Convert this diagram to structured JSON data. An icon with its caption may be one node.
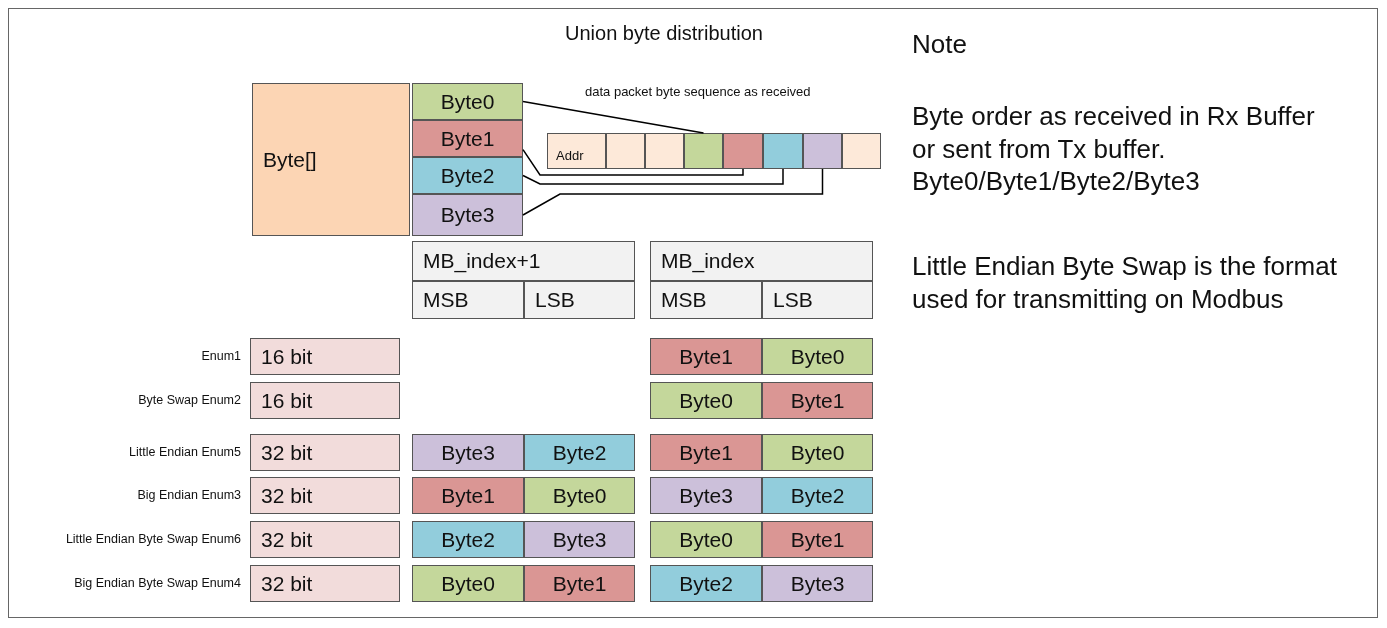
{
  "diagram": {
    "title": "Union byte distribution",
    "nodes": [
      {
        "text": [
          "Byte[]"
        ]
      },
      {
        "text": [
          "Byte0"
        ]
      },
      {
        "text": [
          "Byte1"
        ]
      },
      {
        "text": [
          "Byte2"
        ]
      },
      {
        "text": [
          "Byte3"
        ]
      },
      {
        "text": [
          "Addr"
        ]
      },
      {
        "text": [],
        "shape": "box"
      },
      {
        "text": [],
        "shape": "box"
      },
      {
        "text": [],
        "shape": "box"
      },
      {
        "text": [],
        "shape": "box"
      },
      {
        "text": [],
        "shape": "box"
      },
      {
        "text": [],
        "shape": "box"
      },
      {
        "text": [],
        "shape": "box"
      },
      {
        "text": [
          "MB_index+1"
        ]
      },
      {
        "text": [
          "MSB"
        ]
      },
      {
        "text": [
          "LSB"
        ]
      },
      {
        "text": [
          "MB_index"
        ]
      },
      {
        "text": [
          "MSB"
        ]
      },
      {
        "text": [
          "LSB"
        ]
      },
      {
        "text": [
          "16 bit"
        ],
        "beside": [
          "Enum1"
        ]
      },
      {
        "text": [
          "Byte1"
        ]
      },
      {
        "text": [
          "Byte0"
        ]
      },
      {
        "text": [
          "16 bit"
        ],
        "beside": [
          "Byte Swap Enum2"
        ]
      },
      {
        "text": [
          "Byte0"
        ]
      },
      {
        "text": [
          "Byte1"
        ]
      },
      {
        "text": [
          "32 bit"
        ],
        "beside": [
          "Little Endian Enum5"
        ]
      },
      {
        "text": [
          "Byte3"
        ]
      },
      {
        "text": [
          "Byte2"
        ]
      },
      {
        "text": [
          "Byte1"
        ]
      },
      {
        "text": [
          "Byte0"
        ]
      },
      {
        "text": [
          "32 bit"
        ],
        "beside": [
          "Big Endian Enum3"
        ]
      },
      {
        "text": [
          "Byte1"
        ]
      },
      {
        "text": [
          "Byte0"
        ]
      },
      {
        "text": [
          "Byte3"
        ]
      },
      {
        "text": [
          "Byte2"
        ]
      },
      {
        "text": [
          "32 bit"
        ],
        "beside": [
          "Little Endian Byte Swap Enum6"
        ]
      },
      {
        "text": [
          "Byte2"
        ]
      },
      {
        "text": [
          "Byte3"
        ]
      },
      {
        "text": [
          "Byte0"
        ]
      },
      {
        "text": [
          "Byte1"
        ]
      },
      {
        "text": [
          "32 bit"
        ],
        "beside": [
          "Big Endian Byte Swap Enum4"
        ]
      },
      {
        "text": [
          "Byte0"
        ]
      },
      {
        "text": [
          "Byte1"
        ]
      },
      {
        "text": [
          "Byte2"
        ]
      },
      {
        "text": [
          "Byte3"
        ]
      }
    ],
    "edges": [
      {
        "from": 1,
        "to": 8,
        "arrow": "none"
      },
      {
        "from": 2,
        "to": 9,
        "arrow": "none"
      },
      {
        "from": 3,
        "to": 10,
        "arrow": "none"
      },
      {
        "from": 4,
        "to": 11,
        "arrow": "none"
      }
    ],
    "labels": [
      "data packet byte sequence as received",
      "Note",
      "Byte order as received in Rx Buffer or sent from Tx buffer. Byte0/Byte1/Byte2/Byte3",
      "Little Endian Byte Swap is the format used for transmitting on Modbus"
    ]
  }
}
